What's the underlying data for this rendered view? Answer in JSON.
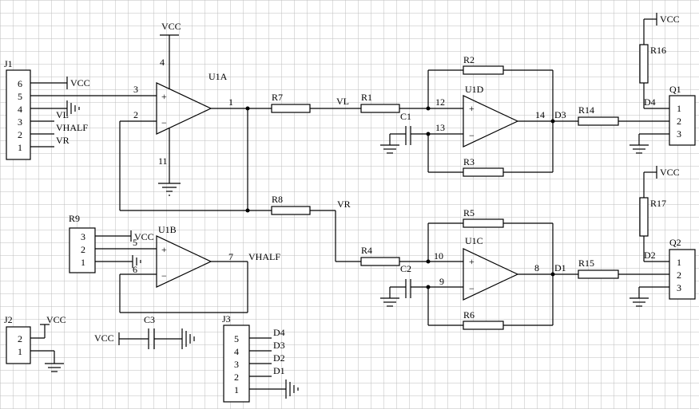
{
  "nets": {
    "vcc": "VCC",
    "vl": "VL",
    "vr": "VR",
    "vhalf": "VHALF",
    "d1": "D1",
    "d2": "D2",
    "d3": "D3",
    "d4": "D4"
  },
  "parts": {
    "j1": "J1",
    "j2": "J2",
    "j3": "J3",
    "u1a": "U1A",
    "u1b": "U1B",
    "u1c": "U1C",
    "u1d": "U1D",
    "r1": "R1",
    "r2": "R2",
    "r3": "R3",
    "r4": "R4",
    "r5": "R5",
    "r6": "R6",
    "r7": "R7",
    "r8": "R8",
    "r9": "R9",
    "r14": "R14",
    "r15": "R15",
    "r16": "R16",
    "r17": "R17",
    "c1": "C1",
    "c2": "C2",
    "c3": "C3",
    "q1": "Q1",
    "q2": "Q2"
  },
  "pins": {
    "j1": [
      "6",
      "5",
      "4",
      "3",
      "2",
      "1"
    ],
    "j2": [
      "2",
      "1"
    ],
    "j3": [
      "5",
      "4",
      "3",
      "2",
      "1"
    ],
    "r9": [
      "3",
      "2",
      "1"
    ],
    "q1": [
      "1",
      "2",
      "3"
    ],
    "q2": [
      "1",
      "2",
      "3"
    ],
    "u1a": {
      "vcc": "4",
      "gnd": "11",
      "plus": "3",
      "minus": "2",
      "out": "1"
    },
    "u1b": {
      "plus": "5",
      "minus": "6",
      "out": "7"
    },
    "u1c": {
      "plus": "10",
      "minus": "9",
      "out": "8"
    },
    "u1d": {
      "plus": "12",
      "minus": "13",
      "out": "14"
    }
  },
  "opamp": {
    "plus": "+",
    "minus": "−"
  }
}
